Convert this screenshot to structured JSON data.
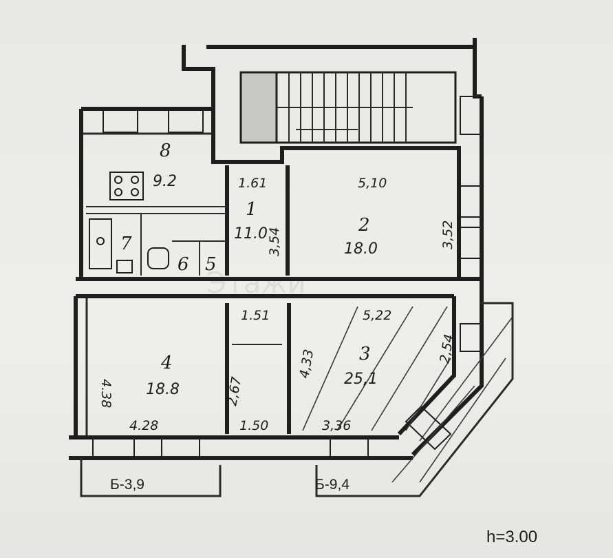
{
  "rooms": [
    {
      "id": "8",
      "area": "9.2"
    },
    {
      "id": "1",
      "area": "11.0"
    },
    {
      "id": "2",
      "area": "18.0"
    },
    {
      "id": "7",
      "area": ""
    },
    {
      "id": "6",
      "area": ""
    },
    {
      "id": "5",
      "area": ""
    },
    {
      "id": "4",
      "area": "18.8"
    },
    {
      "id": "3",
      "area": "25,1"
    }
  ],
  "dimensions": {
    "d1": "1.61",
    "d2": "5,10",
    "d3": "3,54",
    "d4": "3,52",
    "d5": "1.51",
    "d6": "5,22",
    "d7": "4.38",
    "d8": "2,67",
    "d9": "4,33",
    "d10": "2,54",
    "d11": "4.28",
    "d12": "1.50",
    "d13": "3,36"
  },
  "balconies": {
    "left": "Б-3,9",
    "right": "Б-9,4"
  },
  "height": "h=3.00",
  "watermark": "Этажи"
}
